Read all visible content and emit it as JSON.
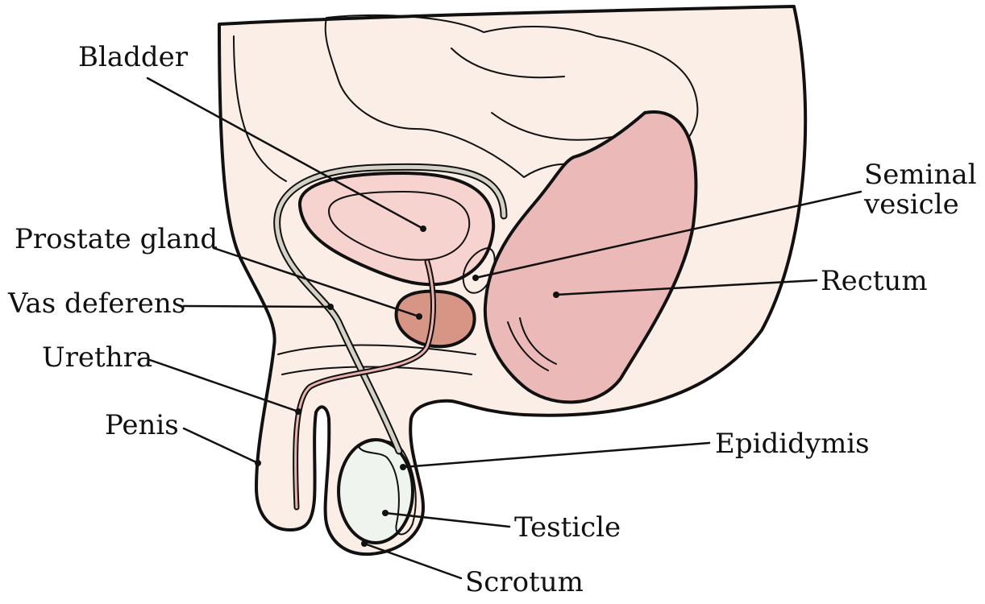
{
  "labels": {
    "bladder": "Bladder",
    "seminal_vesicle_line1": "Seminal",
    "seminal_vesicle_line2": "vesicle",
    "prostate_gland": "Prostate gland",
    "rectum": "Rectum",
    "vas_deferens": "Vas deferens",
    "urethra": "Urethra",
    "penis": "Penis",
    "epididymis": "Epididymis",
    "testicle": "Testicle",
    "scrotum": "Scrotum"
  },
  "colors": {
    "body_skin": "#fbeee6",
    "intestine": "#f2dcdc",
    "bladder_outer": "#f6d3cf",
    "bladder_inner": "#eab1ac",
    "prostate": "#d79585",
    "seminal_vesicle": "#c9cbb6",
    "rectum": "#ebbab8",
    "testicle": "#eff4ef",
    "epididymis": "#d7e6ec",
    "vas_deferens": "#d4d2c6",
    "outline": "#111111"
  }
}
